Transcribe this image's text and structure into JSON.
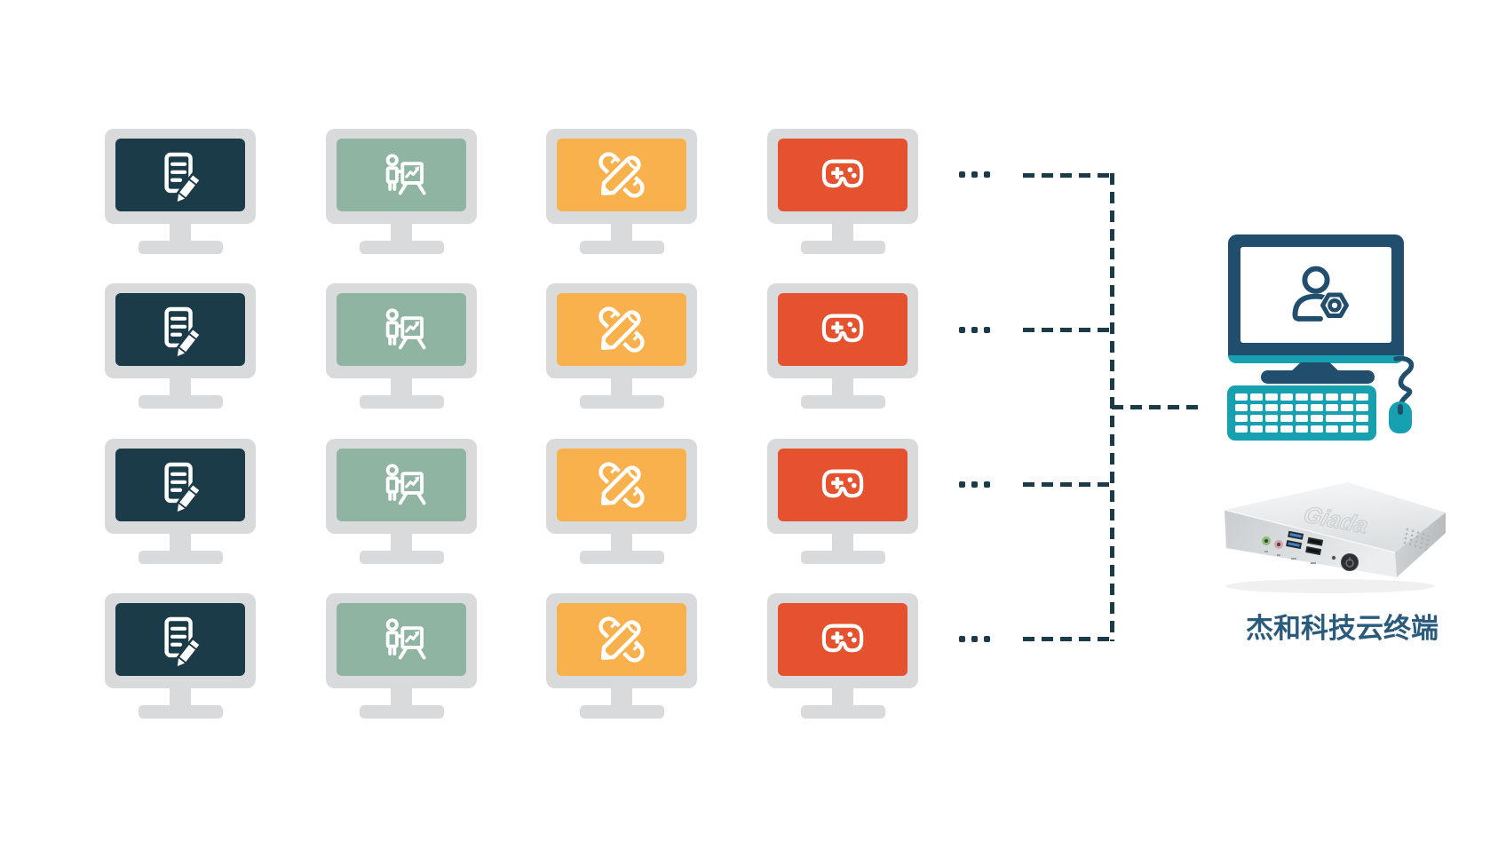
{
  "caption": "杰和科技云终端",
  "colors": {
    "office": "#1c3b49",
    "presentation": "#8fb4a1",
    "design": "#f9b14e",
    "gaming": "#e5522f",
    "bezel": "#d9dadc",
    "connector": "#1c3b49",
    "navy": "#214e6d",
    "teal": "#17a0b0",
    "caption-color": "#2a5a7c"
  },
  "grid": {
    "rows": 4,
    "columns": [
      {
        "name": "office-documents",
        "icon": "document-edit-icon",
        "color_key": "office"
      },
      {
        "name": "presentation-training",
        "icon": "presentation-chart-icon",
        "color_key": "presentation"
      },
      {
        "name": "design-tools",
        "icon": "ruler-pencil-icon",
        "color_key": "design"
      },
      {
        "name": "gaming-entertainment",
        "icon": "gamepad-icon",
        "color_key": "gaming"
      }
    ],
    "row_ellipsis": [
      "...",
      "...",
      "...",
      "..."
    ]
  },
  "admin_terminal": {
    "monitor_icon": "user-gear-icon",
    "peripherals": [
      "keyboard",
      "mouse"
    ]
  },
  "device": {
    "logo": "Giada",
    "front_ports": [
      "audio-jack",
      "mic-jack",
      "usb3-pair",
      "usb2-pair",
      "power-led",
      "power-button"
    ]
  }
}
